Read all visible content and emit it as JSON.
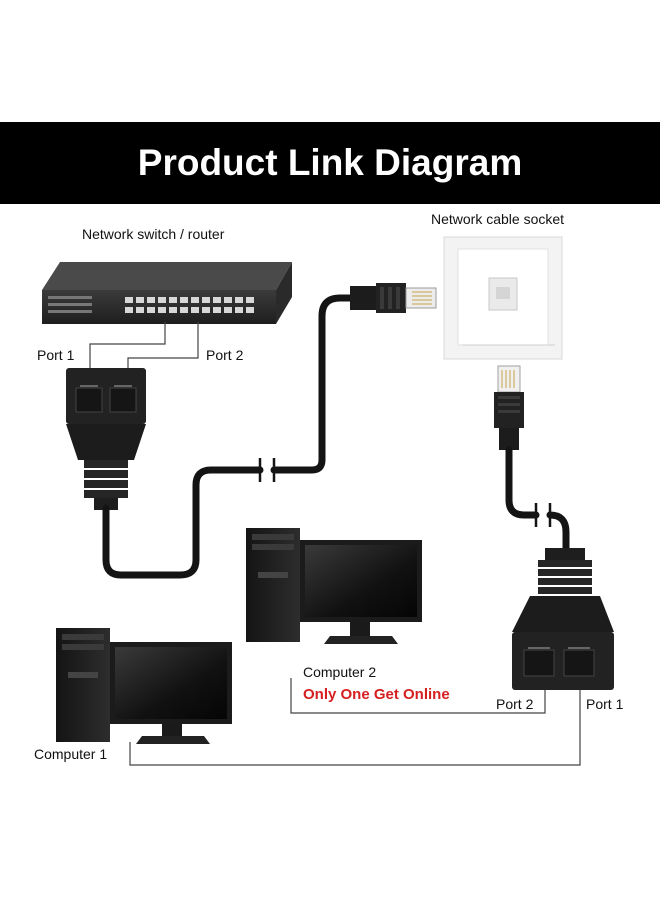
{
  "title": "Product Link Diagram",
  "labels": {
    "switch": "Network switch / router",
    "socket": "Network cable socket",
    "port1_top": "Port 1",
    "port2_top": "Port 2",
    "computer2": "Computer 2",
    "warning": "Only One Get Online",
    "port2_bottom": "Port 2",
    "port1_bottom": "Port 1",
    "computer1": "Computer 1"
  },
  "colors": {
    "banner": "#000000",
    "warning": "#d61f1f",
    "cable": "#141414",
    "plug": "#1c1c1c"
  }
}
